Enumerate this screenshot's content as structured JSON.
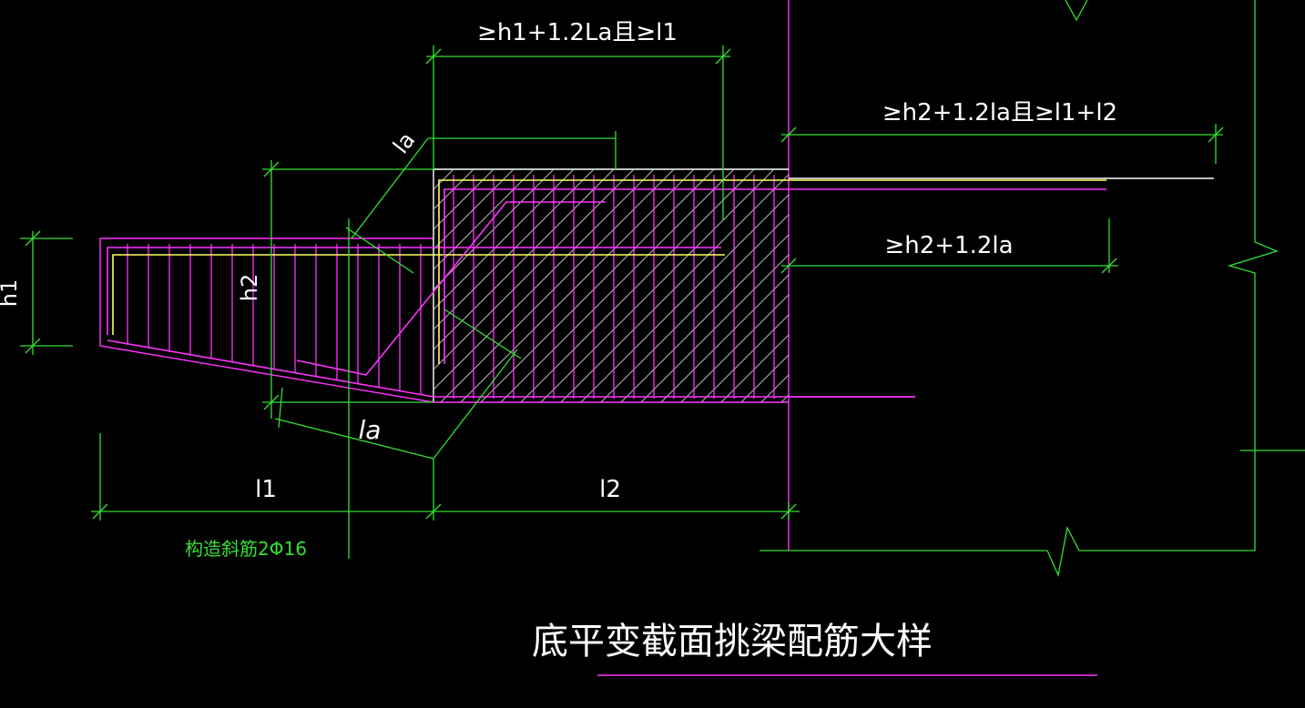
{
  "colors": {
    "background": "#000000",
    "dimension": "#33e033",
    "rebar": "#ff33ff",
    "outline": "#ffffff",
    "hatch": "#d0d0d0",
    "title": "#ffffff",
    "aux": "#ffff66"
  },
  "dimensions": {
    "top_length": "≥h1+1.2La且≥l1",
    "upper_right_length": "≥h2+1.2la且≥l1+l2",
    "lower_right_length": "≥h2+1.2la",
    "h1": "h1",
    "h2": "h2",
    "la_upper": "la",
    "la_lower": "la",
    "l1": "l1",
    "l2": "l2"
  },
  "notes": {
    "bent_bar": "构造斜筋2Φ16"
  },
  "title": "底平变截面挑梁配筋大样"
}
